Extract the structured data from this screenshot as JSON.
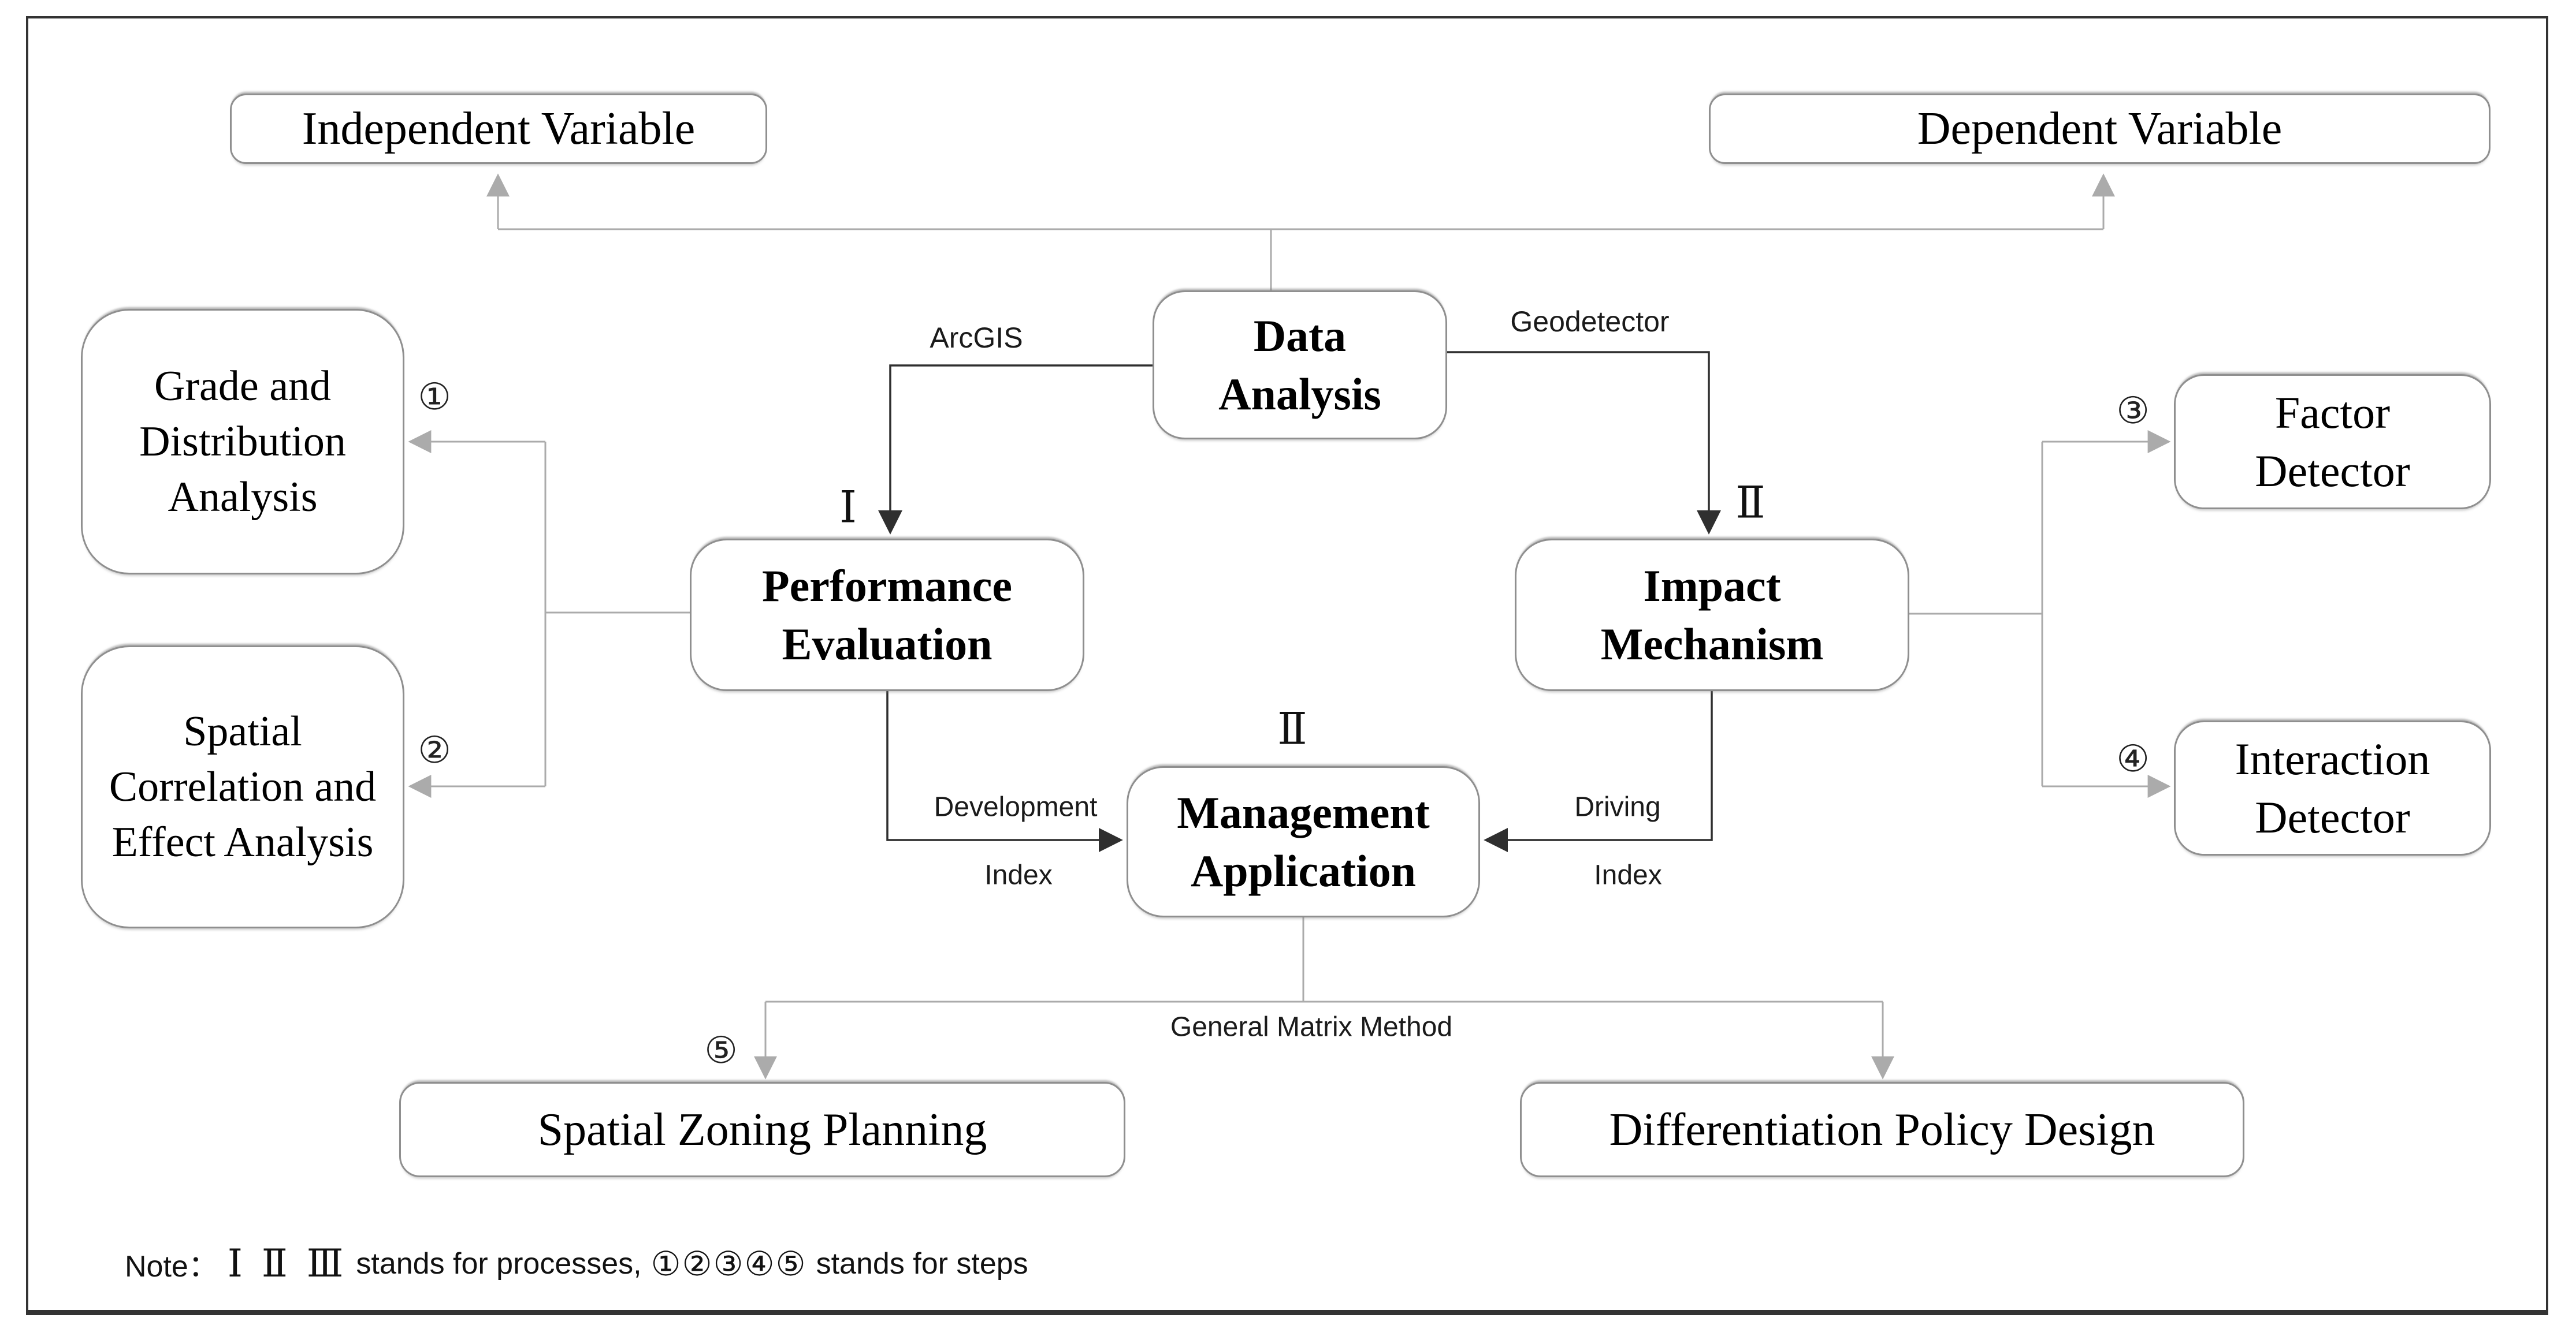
{
  "colors": {
    "frame": "#333333",
    "line_dark": "#2f2f2f",
    "line_light": "#ababab",
    "box_border": "#8f8f8f",
    "text": "#000000"
  },
  "diagram": {
    "boxes": {
      "independent_variable": "Independent Variable",
      "dependent_variable": "Dependent Variable",
      "data_analysis": "Data Analysis",
      "performance_evaluation": "Performance Evaluation",
      "impact_mechanism": "Impact Mechanism",
      "management_application": "Management Application",
      "grade_distribution": "Grade and Distribution Analysis",
      "spatial_correlation": "Spatial Correlation and Effect Analysis",
      "factor_detector": "Factor Detector",
      "interaction_detector": "Interaction Detector",
      "spatial_zoning": "Spatial Zoning Planning",
      "differentiation_policy": "Differentiation Policy Design"
    },
    "edge_labels": {
      "arcgis": "ArcGIS",
      "geodetector": "Geodetector",
      "development": "Development",
      "development_index": "Index",
      "driving": "Driving",
      "driving_index": "Index",
      "general_matrix": "General Matrix Method"
    },
    "process_markers": {
      "performance": "Ⅰ",
      "impact": "Ⅱ",
      "management": "Ⅱ"
    },
    "step_markers": {
      "s1": "①",
      "s2": "②",
      "s3": "③",
      "s4": "④",
      "s5": "⑤"
    },
    "note": {
      "prefix": "Note：",
      "numerals": "Ⅰ Ⅱ Ⅲ",
      "mid": "stands for processes,",
      "circles": "①②③④⑤",
      "suffix": "stands for steps"
    }
  }
}
